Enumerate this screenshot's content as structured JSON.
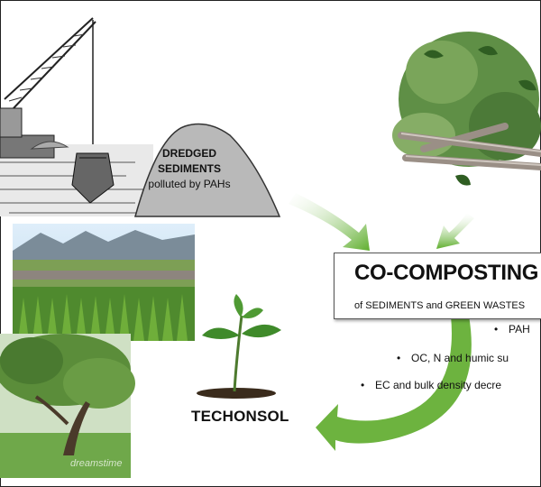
{
  "dredged": {
    "line1": "DREDGED",
    "line2": "SEDIMENTS",
    "line3": "polluted by PAHs"
  },
  "cocomposting": {
    "title": "CO-COMPOSTING",
    "subtitle": "of SEDIMENTS and GREEN WASTES"
  },
  "bullets": [
    "PAH",
    "OC, N and humic su",
    "EC and bulk density  decre"
  ],
  "technosol": "TECHONSOL",
  "watermark": "dreamstime",
  "colors": {
    "arrow_green": "#6db33f",
    "pile_gray": "#b9b9b9",
    "sky_blue": "#c7dff0",
    "plant_green": "#3f8a2a"
  }
}
